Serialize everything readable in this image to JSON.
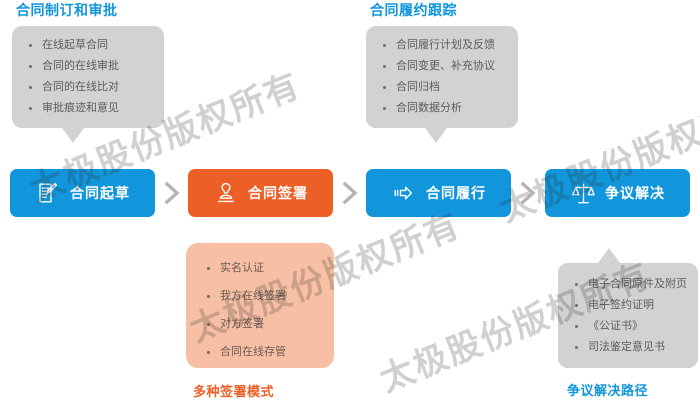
{
  "sections": {
    "drafting": {
      "title": "合同制订和审批",
      "items": [
        "在线起草合同",
        "合同的在线审批",
        "合同的在线比对",
        "审批痕迹和意见"
      ]
    },
    "performance": {
      "title": "合同履约跟踪",
      "items": [
        "合同履行计划及反馈",
        "合同变更、补充协议",
        "合同归档",
        "合同数据分析"
      ]
    },
    "signing": {
      "caption": "多种签署模式",
      "items": [
        "实名认证",
        "我方在线签署",
        "对方签署",
        "合同在线存管"
      ]
    },
    "dispute": {
      "caption": "争议解决路径",
      "items": [
        "电子合同原件及附页",
        "电子签约证明",
        "《公证书》",
        "司法鉴定意见书"
      ]
    }
  },
  "flow": {
    "steps": [
      {
        "label": "合同起草",
        "icon": "document-pen-icon",
        "color": "#1296db"
      },
      {
        "label": "合同签署",
        "icon": "stamp-seal-icon",
        "color": "#ec6027"
      },
      {
        "label": "合同履行",
        "icon": "arrow-right-icon",
        "color": "#1296db"
      },
      {
        "label": "争议解决",
        "icon": "scales-justice-icon",
        "color": "#1296db"
      }
    ],
    "separator": "chevron-right-icon"
  },
  "colors": {
    "blue": "#1296db",
    "orange": "#ec6027",
    "bubble_gray": "#d2d2d2",
    "pink": "#f7c0a4",
    "chevron_gray": "#b4b4b4"
  },
  "watermark": {
    "text": "太极股份版权所有"
  }
}
